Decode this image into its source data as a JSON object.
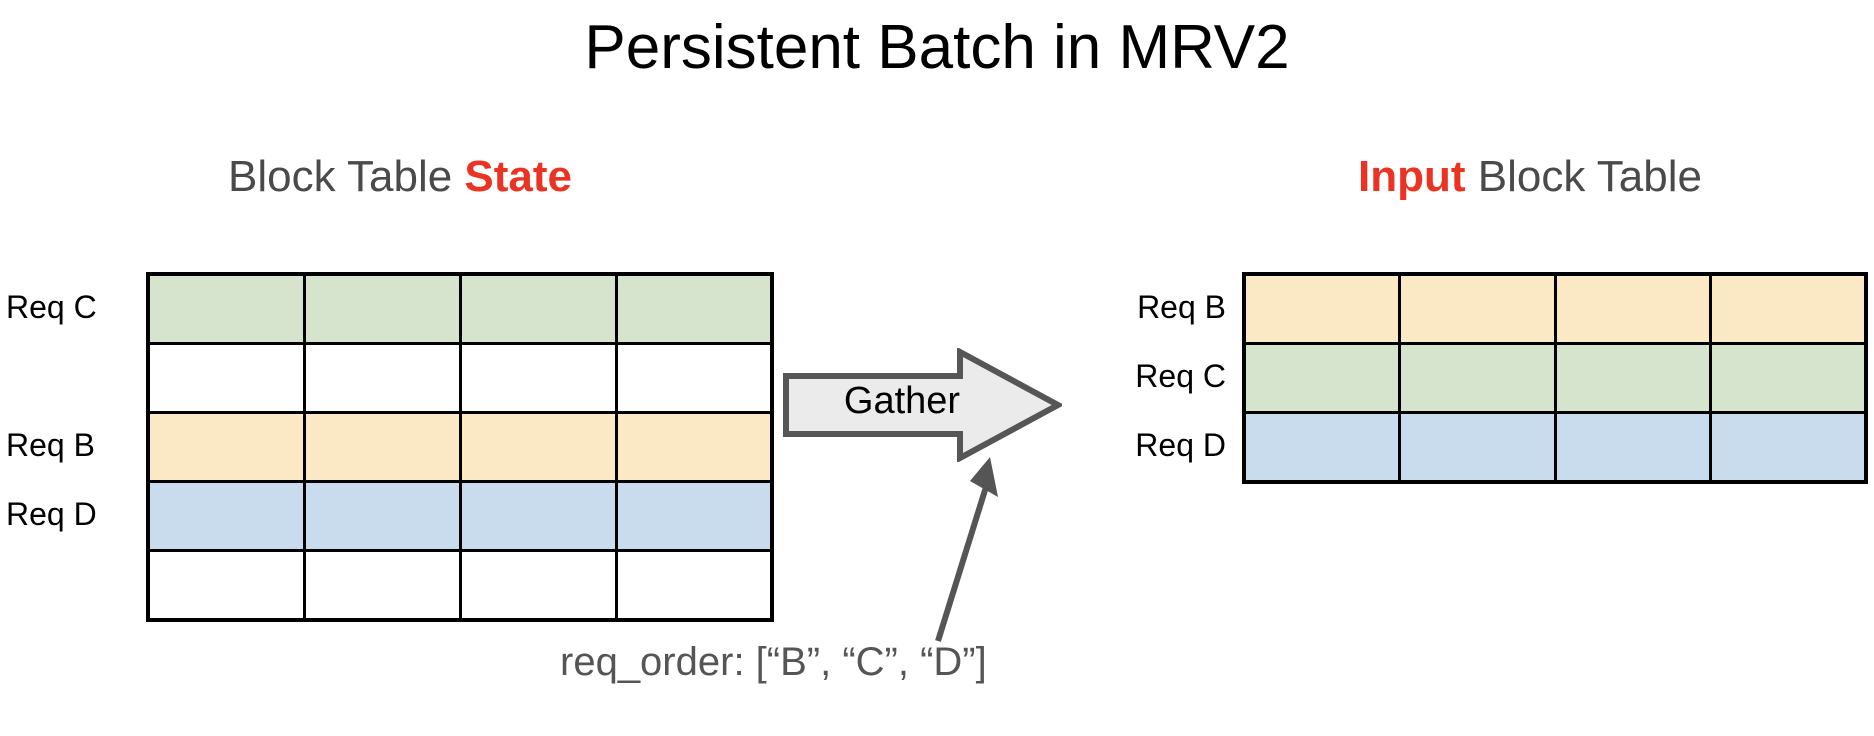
{
  "title": "Persistent Batch in MRV2",
  "colors": {
    "accent_red": "#ea3323",
    "heading_gray": "#4a4a4a",
    "caption_gray": "#555555",
    "cell_green": "#d6e3cd",
    "cell_yellow": "#fbe9c5",
    "cell_blue": "#c9dced",
    "cell_empty": "#ffffff",
    "grid_line": "#000000",
    "arrow_fill": "#ebebeb",
    "arrow_stroke": "#565656"
  },
  "state_panel": {
    "heading_prefix": "Block Table ",
    "heading_accent": "State",
    "columns": 4,
    "rows": [
      {
        "label": "Req C",
        "fill": "green",
        "occupied": true
      },
      {
        "label": "",
        "fill": "empty",
        "occupied": false
      },
      {
        "label": "Req B",
        "fill": "yellow",
        "occupied": true
      },
      {
        "label": "Req D",
        "fill": "blue",
        "occupied": true
      },
      {
        "label": "",
        "fill": "empty",
        "occupied": false
      }
    ]
  },
  "input_panel": {
    "heading_accent": "Input",
    "heading_suffix": " Block Table",
    "columns": 4,
    "rows": [
      {
        "label": "Req B",
        "fill": "yellow",
        "occupied": true
      },
      {
        "label": "Req C",
        "fill": "green",
        "occupied": true
      },
      {
        "label": "Req D",
        "fill": "blue",
        "occupied": true
      }
    ]
  },
  "gather": {
    "label": "Gather"
  },
  "annotation": {
    "caption": "req_order: [“B”, “C”, “D”]"
  }
}
